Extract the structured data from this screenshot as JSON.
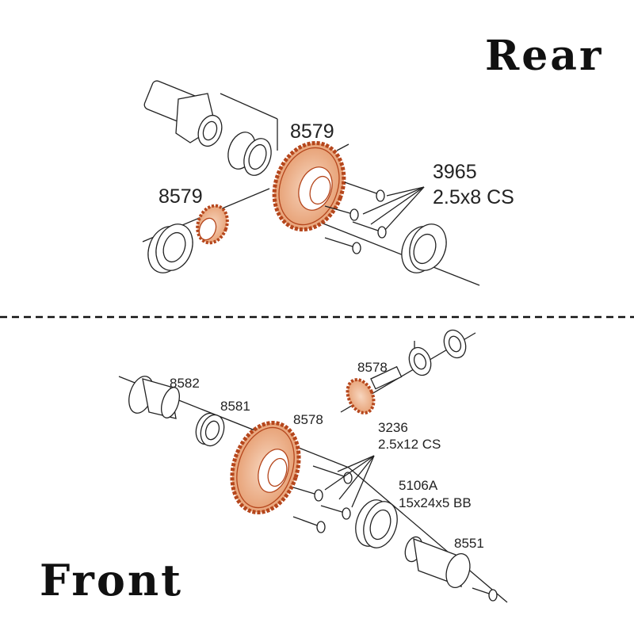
{
  "titles": {
    "rear": "Rear",
    "front": "Front"
  },
  "rear": {
    "ring_gear_part": "8579",
    "pinion_part": "8579",
    "screw_part": "3965",
    "screw_desc": "2.5x8 CS"
  },
  "front": {
    "carrier_part": "8582",
    "bearing_small_part": "8581",
    "ring_gear_part": "8578",
    "pinion_part": "8578",
    "screw_part": "3236",
    "screw_desc": "2.5x12 CS",
    "bearing_part": "5106A",
    "bearing_desc": "15x24x5 BB",
    "output_part": "8551"
  },
  "colors": {
    "gear_fill": "#f3c2a3",
    "gear_stroke": "#b5461c",
    "line": "#222222",
    "divider": "#111111"
  }
}
